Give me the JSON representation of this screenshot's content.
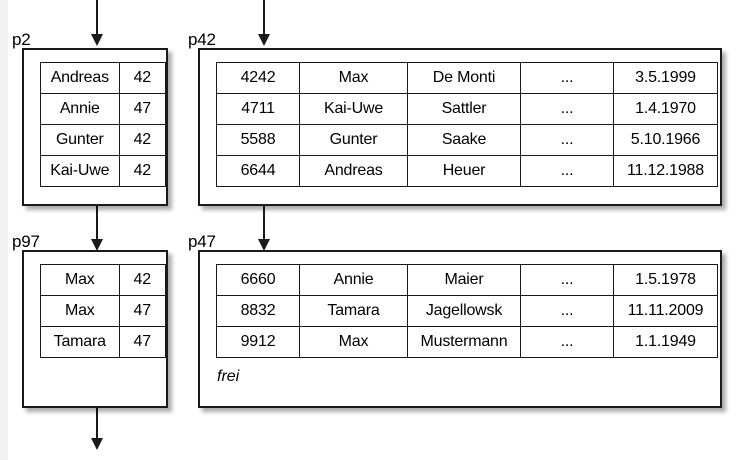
{
  "diagram": {
    "title": "Hash/index pages pointing to data pages",
    "background_color": "#ffffff",
    "line_color": "#1a1a1a"
  },
  "nodes": [
    {
      "id": "p2",
      "label": "p2",
      "kind": "index-page",
      "columns": 2,
      "rows": [
        [
          "Andreas",
          "42"
        ],
        [
          "Annie",
          "47"
        ],
        [
          "Gunter",
          "42"
        ],
        [
          "Kai-Uwe",
          "42"
        ]
      ]
    },
    {
      "id": "p42",
      "label": "p42",
      "kind": "data-page",
      "columns": 5,
      "rows": [
        [
          "4242",
          "Max",
          "De Monti",
          "...",
          "3.5.1999"
        ],
        [
          "4711",
          "Kai-Uwe",
          "Sattler",
          "...",
          "1.4.1970"
        ],
        [
          "5588",
          "Gunter",
          "Saake",
          "...",
          "5.10.1966"
        ],
        [
          "6644",
          "Andreas",
          "Heuer",
          "...",
          "11.12.1988"
        ]
      ]
    },
    {
      "id": "p97",
      "label": "p97",
      "kind": "index-page",
      "columns": 2,
      "rows": [
        [
          "Max",
          "42"
        ],
        [
          "Max",
          "47"
        ],
        [
          "Tamara",
          "47"
        ]
      ]
    },
    {
      "id": "p47",
      "label": "p47",
      "kind": "data-page",
      "columns": 5,
      "rows": [
        [
          "6660",
          "Annie",
          "Maier",
          "...",
          "1.5.1978"
        ],
        [
          "8832",
          "Tamara",
          "Jagellowsk",
          "...",
          "11.11.2009"
        ],
        [
          "9912",
          "Max",
          "Mustermann",
          "...",
          "1.1.1949"
        ]
      ],
      "free_space_label": "frei"
    }
  ],
  "arrows": [
    {
      "id": "into-p2",
      "from": "above",
      "to": "p2"
    },
    {
      "id": "into-p42",
      "from": "above",
      "to": "p42"
    },
    {
      "id": "p2-to-p97",
      "from": "p2",
      "to": "p97"
    },
    {
      "id": "p42-to-p47",
      "from": "p42",
      "to": "p47"
    },
    {
      "id": "p97-down",
      "from": "p97",
      "to": "below"
    }
  ]
}
